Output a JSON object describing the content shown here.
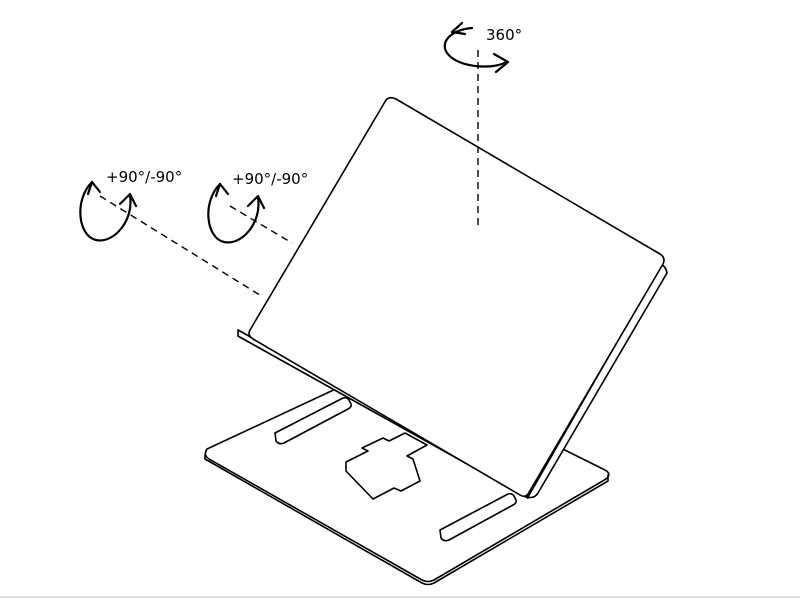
{
  "annotations": {
    "rotate_top": "360°",
    "tilt_left": "+90°/-90°",
    "tilt_middle": "+90°/-90°"
  },
  "colors": {
    "line": "#000000",
    "background": "#ffffff",
    "bottom_rule": "#d0d0d0"
  },
  "icons": [
    "rotation-arrow-icon"
  ]
}
